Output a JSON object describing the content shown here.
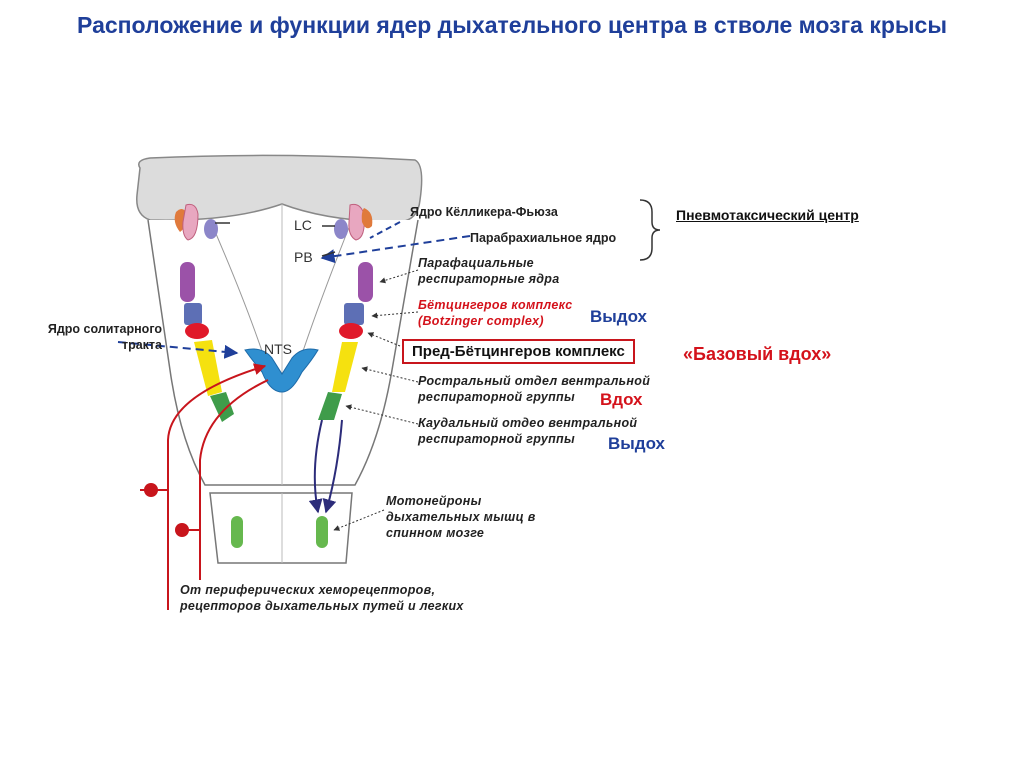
{
  "title": "Расположение и функции ядер дыхательного центра в стволе мозга крысы",
  "structure_labels": {
    "lc": "LC",
    "pb": "PB",
    "nts": "NTS"
  },
  "labels": {
    "kolliker_fuse": "Ядро Кёлликера-Фьюза",
    "parabrachial": "Парабрахиальное ядро",
    "pneumotaxic_center": "Пневмотаксический центр",
    "parafacial": "Парафациальные респираторные ядра",
    "botzinger": "Бётцингеров комплекс (Botzinger complex)",
    "pre_botzinger": "Пред-Бётцингеров комплекс",
    "rostral_vrg": "Ростральный отдел вентральной респираторной группы",
    "caudal_vrg": "Каудальный отдео вентральной респираторной группы",
    "motoneurons": "Мотонейроны дыхательных мышц в спинном мозге",
    "solitary_tract": "Ядро солитарного тракта",
    "peripheral": "От периферических хеморецепторов, рецепторов дыхательных путей и легких"
  },
  "functions": {
    "exhale_botzinger": "Выдох",
    "basal_inhale": "«Базовый вдох»",
    "inhale_rostral": "Вдох",
    "exhale_caudal": "Выдох"
  },
  "colors": {
    "title": "#1f3f9a",
    "accent_red": "#c8151c",
    "kf_orange": "#e07a3c",
    "kf_pink": "#e8a7c0",
    "lc_purple": "#8c86c9",
    "parafacial_purple": "#9b52a8",
    "botzinger_red": "#e0192a",
    "bc_blue": "#5d6fb5",
    "nts_blue": "#2f8fd0",
    "rvrg_yellow": "#f5e10f",
    "cvrg_green": "#3f9c4a",
    "motor_green": "#66b84e"
  }
}
